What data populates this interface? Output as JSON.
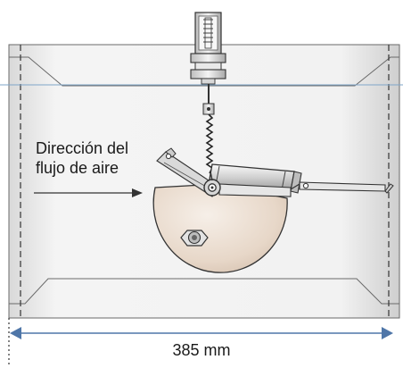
{
  "diagram": {
    "flow_label_line1": "Dirección del",
    "flow_label_line2": "flujo de aire",
    "dimension_label": "385 mm"
  },
  "colors": {
    "duct_fill": "#eeeeee",
    "duct_stroke": "#555555",
    "disc_fill": "#e9dccf",
    "dimension_arrow": "#4f76a8",
    "reference_line": "#7fa6c9",
    "metal": "#c9c9c9"
  },
  "icons": [
    "arrow-right-icon",
    "double-arrow-icon"
  ]
}
